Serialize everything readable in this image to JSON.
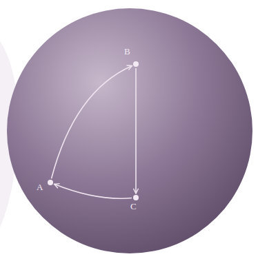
{
  "diagram": {
    "nodes": [
      {
        "text": [
          "B"
        ]
      },
      {
        "text": [
          "A"
        ]
      },
      {
        "text": [
          "C"
        ]
      }
    ],
    "edges": [
      {
        "from": 1,
        "to": 0,
        "arrow": "to"
      },
      {
        "from": 0,
        "to": 2,
        "arrow": "to"
      },
      {
        "from": 2,
        "to": 1,
        "arrow": "to"
      }
    ]
  }
}
